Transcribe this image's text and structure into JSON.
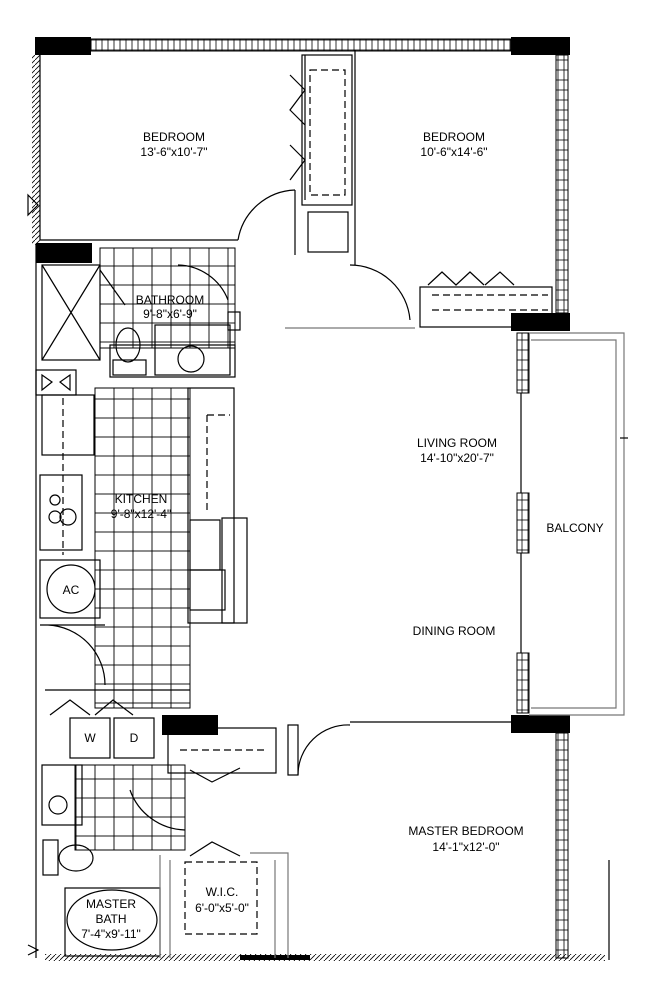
{
  "rooms": {
    "bedroom_1": {
      "name": "BEDROOM",
      "size": "13'-6\"x10'-7\""
    },
    "bedroom_2": {
      "name": "BEDROOM",
      "size": "10'-6\"x14'-6\""
    },
    "bathroom": {
      "name": "BATHROOM",
      "size": "9'-8\"x6'-9\""
    },
    "living_room": {
      "name": "LIVING ROOM",
      "size": "14'-10\"x20'-7\""
    },
    "kitchen": {
      "name": "KITCHEN",
      "size": "9'-8\"x12'-4\""
    },
    "balcony": {
      "name": "BALCONY"
    },
    "dining_room": {
      "name": "DINING ROOM"
    },
    "master_bedroom": {
      "name": "MASTER BEDROOM",
      "size": "14'-1\"x12'-0\""
    },
    "wic": {
      "name": "W.I.C.",
      "size": "6'-0\"x5'-0\""
    },
    "master_bath": {
      "line1": "MASTER",
      "line2": "BATH",
      "size": "7'-4\"x9'-11\""
    }
  },
  "fixtures": {
    "ac": "AC",
    "washer": "W",
    "dryer": "D"
  }
}
